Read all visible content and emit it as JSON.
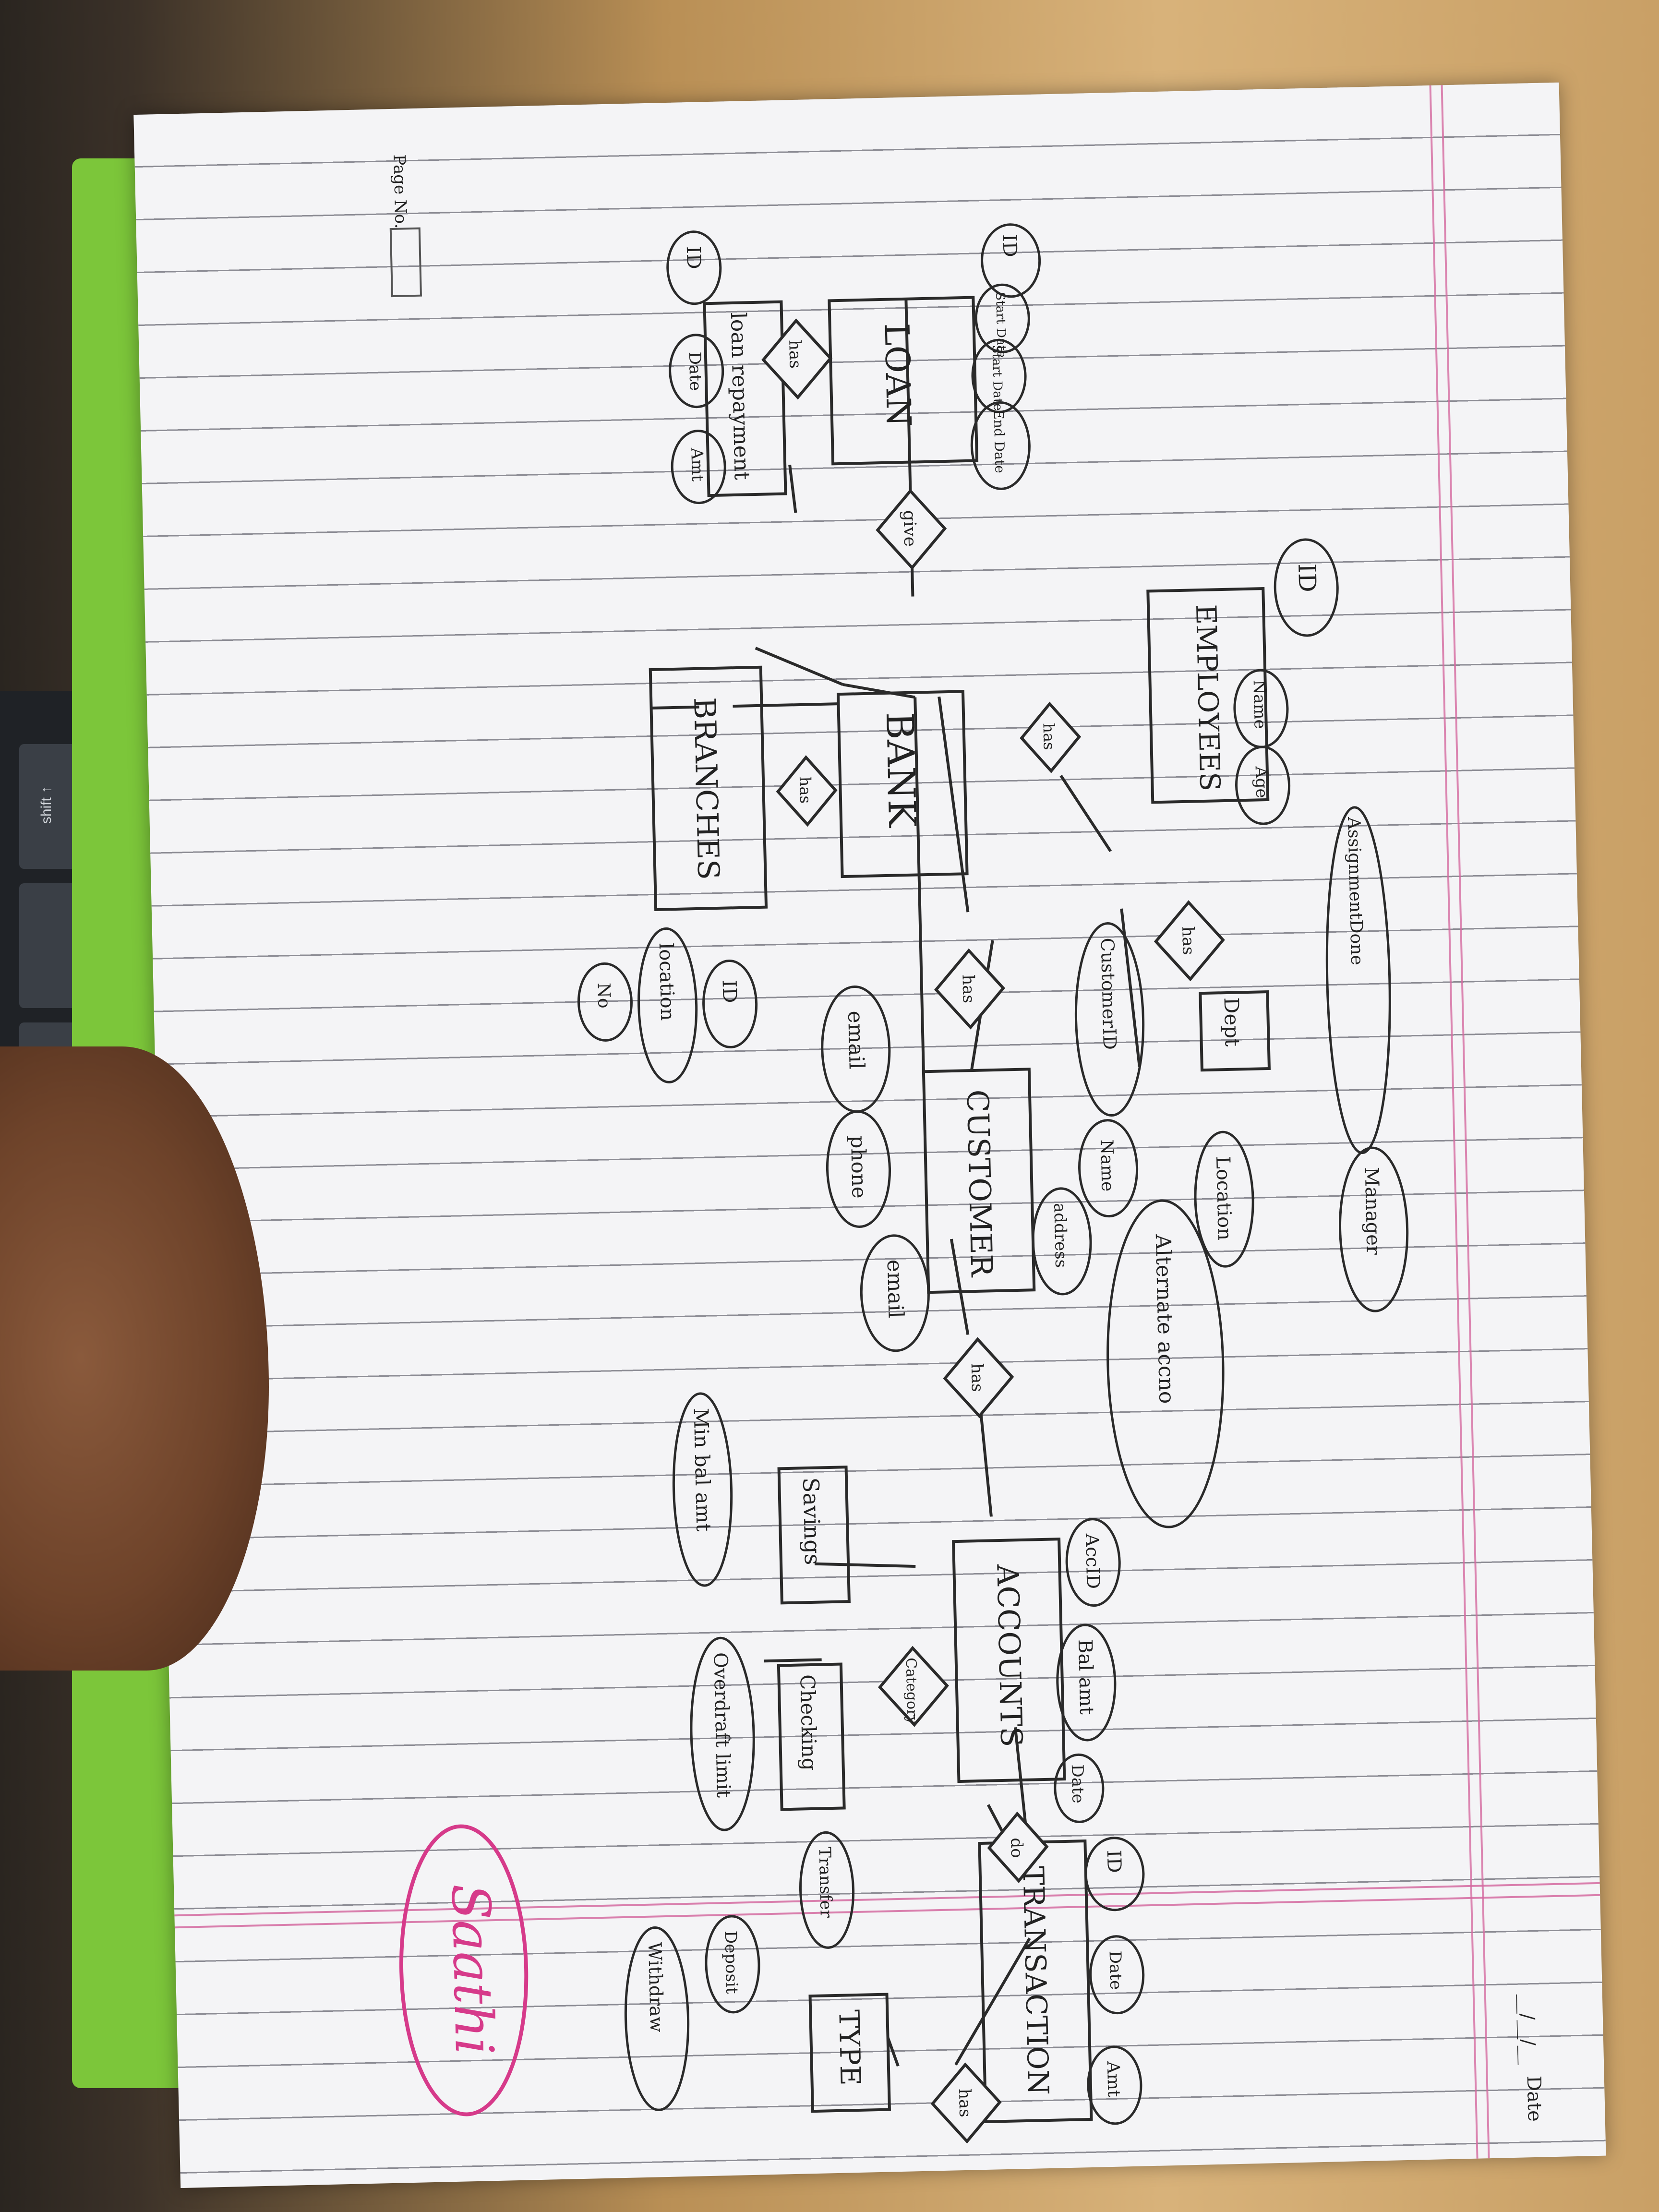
{
  "keyboard": {
    "shift_key": "shift ↑"
  },
  "page": {
    "page_no_label": "Page No.",
    "date_label": "Date",
    "date_value": "__/__/__",
    "brand": "Saathi"
  },
  "entities": [
    {
      "id": "loan",
      "label": "LOAN"
    },
    {
      "id": "loan_repayment",
      "label": "loan repayment"
    },
    {
      "id": "employees",
      "label": "EMPLOYEES"
    },
    {
      "id": "bank",
      "label": "BANK"
    },
    {
      "id": "branches",
      "label": "BRANCHES"
    },
    {
      "id": "customer",
      "label": "CUSTOMER"
    },
    {
      "id": "accounts",
      "label": "ACCOUNTS"
    },
    {
      "id": "transaction",
      "label": "TRANSACTION"
    },
    {
      "id": "type",
      "label": "TYPE"
    },
    {
      "id": "savings",
      "label": "Savings"
    },
    {
      "id": "checking",
      "label": "Checking"
    },
    {
      "id": "dept",
      "label": "Dept"
    }
  ],
  "relationships": [
    {
      "id": "r_loan_bank",
      "label": "give"
    },
    {
      "id": "r_loan_repay",
      "label": "has"
    },
    {
      "id": "r_bank_emp",
      "label": "has"
    },
    {
      "id": "r_bank_branch",
      "label": "has"
    },
    {
      "id": "r_bank_cust",
      "label": "has"
    },
    {
      "id": "r_emp_dept",
      "label": "has"
    },
    {
      "id": "r_cust_acc",
      "label": "has"
    },
    {
      "id": "r_acc_type",
      "label": "Category"
    },
    {
      "id": "r_acc_trans",
      "label": "do"
    },
    {
      "id": "r_trans_type",
      "label": "has"
    }
  ],
  "attributes": [
    {
      "label": "ID"
    },
    {
      "label": "Start Date"
    },
    {
      "label": "Start Date"
    },
    {
      "label": "End Date"
    },
    {
      "label": "ID"
    },
    {
      "label": "Date"
    },
    {
      "label": "Amt"
    },
    {
      "label": "ID"
    },
    {
      "label": "Name"
    },
    {
      "label": "Age"
    },
    {
      "label": "AssignmentDone"
    },
    {
      "label": "Manager"
    },
    {
      "label": "Location"
    },
    {
      "label": "ID"
    },
    {
      "label": "location"
    },
    {
      "label": "No"
    },
    {
      "label": "CustomerID"
    },
    {
      "label": "Name"
    },
    {
      "label": "address"
    },
    {
      "label": "email"
    },
    {
      "label": "phone"
    },
    {
      "label": "email"
    },
    {
      "label": "Alternate accno"
    },
    {
      "label": "AccID"
    },
    {
      "label": "Bal amt"
    },
    {
      "label": "Date"
    },
    {
      "label": "Min bal amt"
    },
    {
      "label": "Overdraft limit"
    },
    {
      "label": "ID"
    },
    {
      "label": "Date"
    },
    {
      "label": "Amt"
    },
    {
      "label": "Transfer"
    },
    {
      "label": "Deposit"
    },
    {
      "label": "Withdraw"
    }
  ]
}
